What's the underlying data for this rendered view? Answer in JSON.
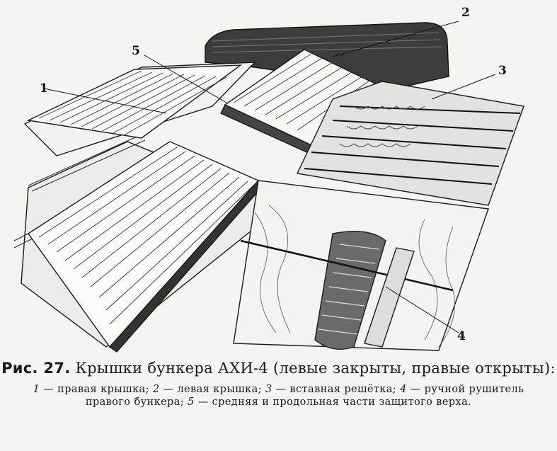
{
  "figure": {
    "callouts": [
      "1",
      "2",
      "3",
      "4",
      "5"
    ]
  },
  "caption": {
    "prefix": "Рис. 27.",
    "title": "Крышки бункера АХИ-4 (левые закрыты, правые открыты):",
    "legend": [
      {
        "num": "1",
        "text": "— правая крышка;"
      },
      {
        "num": "2",
        "text": "— левая крышка;"
      },
      {
        "num": "3",
        "text": "— вставная решётка;"
      },
      {
        "num": "4",
        "text": "— ручной рушитель правого бункера;"
      },
      {
        "num": "5",
        "text": "— средняя и продольная части защитого верха."
      }
    ]
  }
}
